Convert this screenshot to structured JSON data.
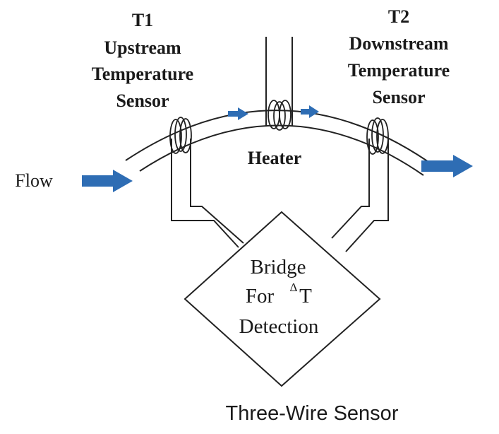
{
  "labels": {
    "t1_id": "T1",
    "t1_line1": "Upstream",
    "t1_line2": "Temperature",
    "t1_line3": "Sensor",
    "t2_id": "T2",
    "t2_line1": "Downstream",
    "t2_line2": "Temperature",
    "t2_line3": "Sensor",
    "heater": "Heater",
    "flow": "Flow",
    "bridge_line1": "Bridge",
    "bridge_line2_prefix": "For",
    "bridge_delta": "Δ",
    "bridge_line2_suffix": "T",
    "bridge_line3": "Detection",
    "caption": "Three-Wire Sensor"
  },
  "colors": {
    "arrow": "#2e6db4",
    "line": "#222222",
    "text": "#1a1a1a"
  }
}
